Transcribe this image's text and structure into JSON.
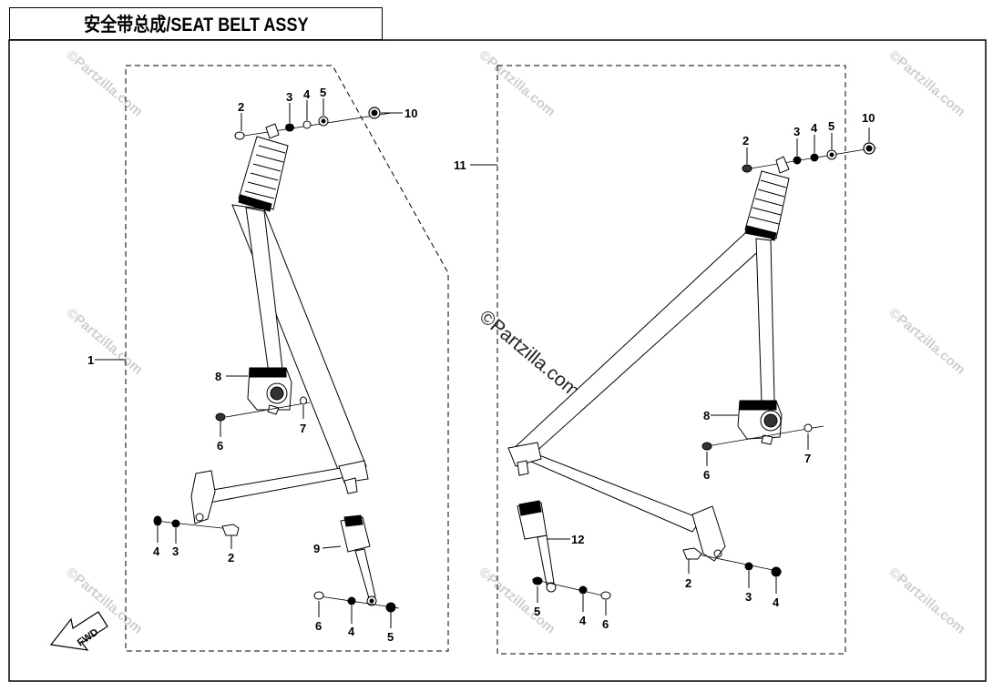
{
  "title": "安全带总成/SEAT BELT ASSY",
  "watermark": "©Partzilla.com",
  "fwd_label": "FWD",
  "left_assembly": {
    "group_label": "1",
    "callouts": [
      "2",
      "3",
      "4",
      "5",
      "10",
      "8",
      "6",
      "7",
      "4",
      "3",
      "2",
      "9",
      "6",
      "4",
      "5"
    ]
  },
  "right_assembly": {
    "group_label": "11",
    "callouts": [
      "2",
      "3",
      "4",
      "5",
      "10",
      "8",
      "6",
      "7",
      "12",
      "2",
      "3",
      "4",
      "5",
      "4",
      "6"
    ]
  },
  "colors": {
    "line": "#000000",
    "watermark": "#cfcfcf"
  }
}
